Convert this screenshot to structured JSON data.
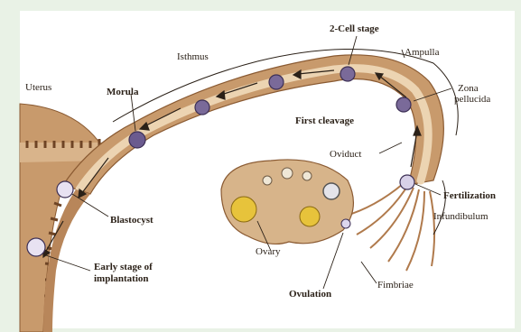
{
  "labels": {
    "two_cell_stage": "2-Cell stage",
    "ampulla": "Ampulla",
    "isthmus": "Isthmus",
    "uterus": "Uterus",
    "morula": "Morula",
    "zona_pellucida_1": "Zona",
    "zona_pellucida_2": "pellucida",
    "first_cleavage": "First cleavage",
    "oviduct": "Oviduct",
    "fertilization": "Fertilization",
    "infundibulum": "Infundibulum",
    "blastocyst": "Blastocyst",
    "ovary": "Ovary",
    "early_stage_1": "Early stage of",
    "early_stage_2": "implantation",
    "ovulation": "Ovulation",
    "fimbriae": "Fimbriae"
  },
  "colors": {
    "background": "#e9f2e6",
    "panel": "#ffffff",
    "tissue": "#c89a6c",
    "tissue_dark": "#a87447",
    "tissue_light": "#e3c29c",
    "lumen": "#ecd4b2",
    "embryo": "#7a6a99",
    "embryo_outline": "#3c2f55",
    "follicle_yellow": "#e7c33b",
    "text": "#2b2118"
  }
}
